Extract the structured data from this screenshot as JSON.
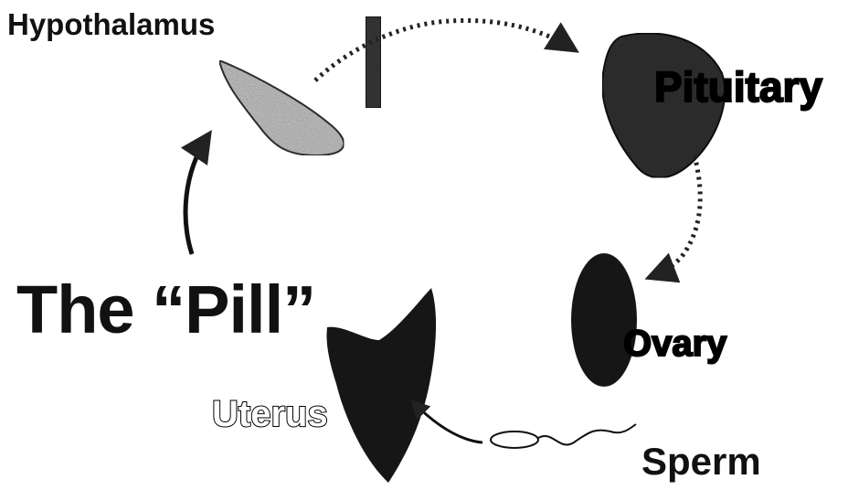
{
  "labels": {
    "hypothalamus": "Hypothalamus",
    "pituitary": "Pituitary",
    "ovary": "Ovary",
    "uterus": "Uterus",
    "sperm": "Sperm",
    "pill": "The “Pill”"
  },
  "colors": {
    "background": "#ffffff",
    "ink": "#111111",
    "organ_dark": "#1a1a1a",
    "hypothalamus_fill": "#bdbdbd"
  }
}
